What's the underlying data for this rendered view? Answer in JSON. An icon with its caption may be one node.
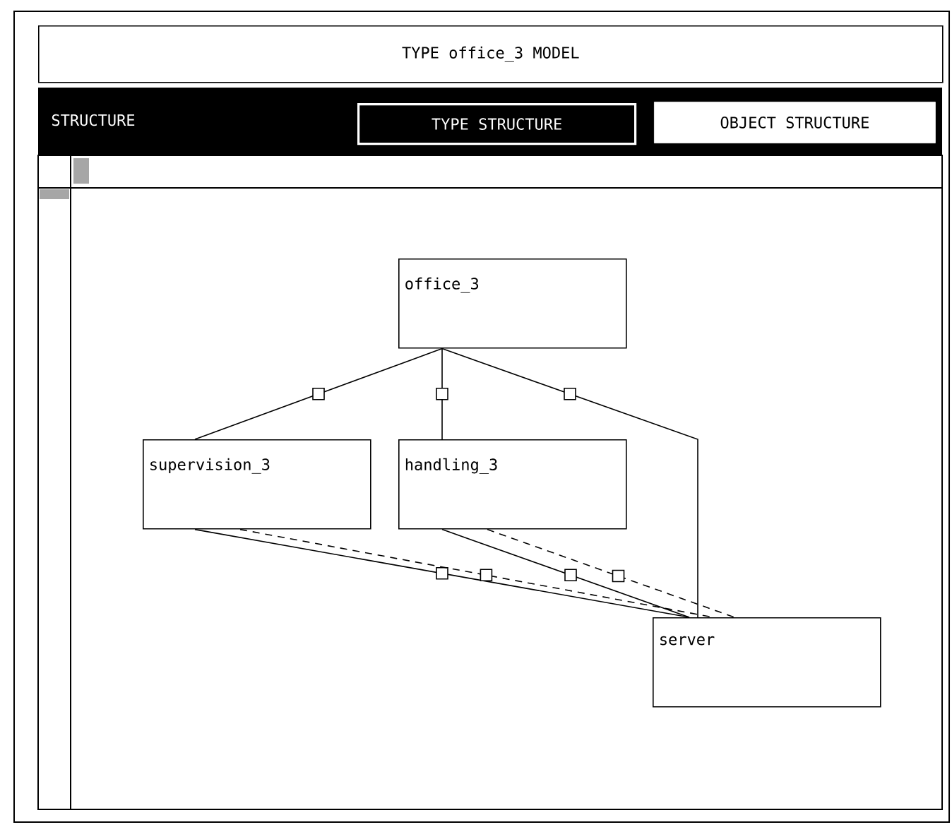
{
  "diagram": {
    "title": "TYPE office_3 MODEL",
    "nodes": [
      {
        "text": [
          "office_3"
        ]
      },
      {
        "text": [
          "supervision_3"
        ]
      },
      {
        "text": [
          "handling_3"
        ]
      },
      {
        "text": [
          "server"
        ]
      }
    ],
    "edges": [
      {
        "from": 0,
        "to": 1,
        "arrow": "none"
      },
      {
        "from": 0,
        "to": 2,
        "arrow": "none"
      },
      {
        "from": 0,
        "to": 3,
        "arrow": "none"
      },
      {
        "from": 1,
        "to": 3,
        "arrow": "none"
      },
      {
        "from": 1,
        "to": 3,
        "arrow": "none",
        "style": "dashed"
      },
      {
        "from": 2,
        "to": 3,
        "arrow": "none"
      },
      {
        "from": 2,
        "to": 3,
        "arrow": "none",
        "style": "dashed"
      }
    ],
    "labels": [
      "STRUCTURE",
      "TYPE STRUCTURE",
      "OBJECT STRUCTURE"
    ]
  }
}
